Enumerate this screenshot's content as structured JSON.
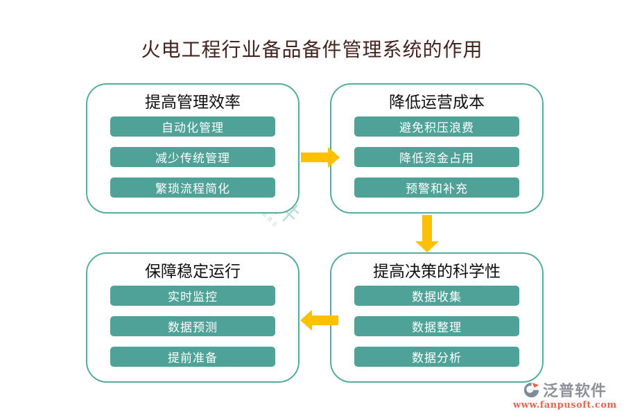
{
  "page": {
    "title": "火电工程行业备品备件管理系统的作用"
  },
  "boxes": [
    {
      "title": "提高管理效率",
      "items": [
        "自动化管理",
        "减少传统管理",
        "繁琐流程简化"
      ]
    },
    {
      "title": "降低运营成本",
      "items": [
        "避免积压浪费",
        "降低资金占用",
        "预警和补充"
      ]
    },
    {
      "title": "保障稳定运行",
      "items": [
        "实时监控",
        "数据预测",
        "提前准备"
      ]
    },
    {
      "title": "提高决策的科学性",
      "items": [
        "数据收集",
        "数据整理",
        "数据分析"
      ]
    }
  ],
  "arrows": [
    {
      "from": "提高管理效率",
      "to": "降低运营成本",
      "direction": "right"
    },
    {
      "from": "降低运营成本",
      "to": "提高决策的科学性",
      "direction": "down"
    },
    {
      "from": "提高决策的科学性",
      "to": "保障稳定运行",
      "direction": "left"
    }
  ],
  "watermark": {
    "brand": "泛普软件",
    "brand_en": "FANPU SOFTWARE"
  },
  "footer": {
    "brand": "泛普软件",
    "url": "www.fanpusoft.com"
  },
  "colors": {
    "pill": "#4FA298",
    "panel_border": "#57AB9E",
    "arrow": "#FFC000",
    "title_text": "#44241E",
    "footer_brand": "#8C9298",
    "footer_url": "#E0674D",
    "watermark": "#4FA79B"
  }
}
